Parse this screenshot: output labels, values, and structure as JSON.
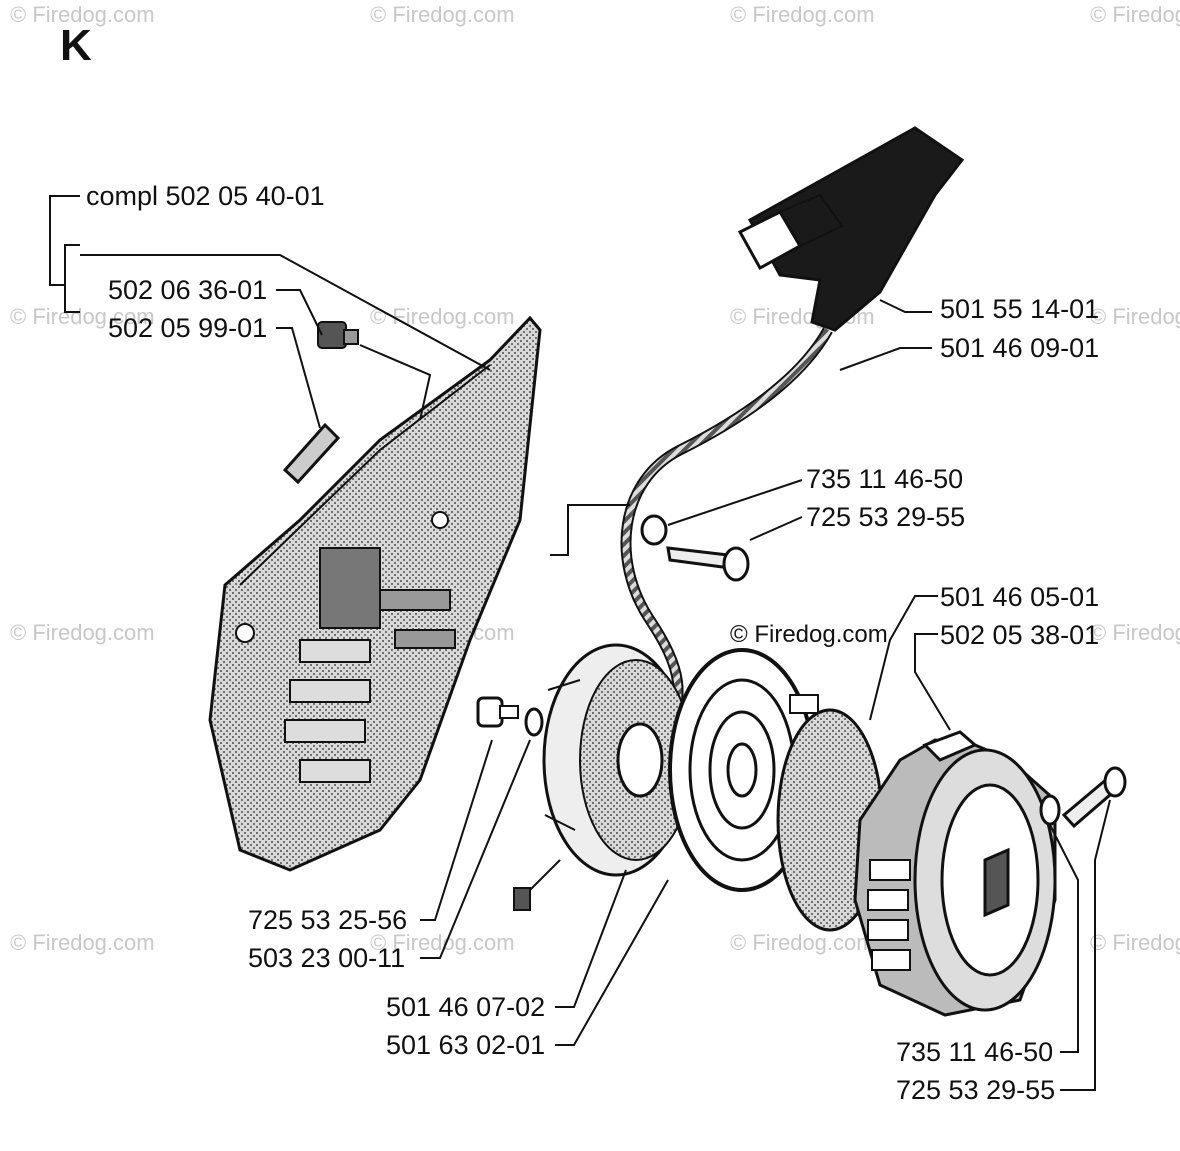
{
  "section_letter": "K",
  "watermark": "© Firedog.com",
  "center_credit": "© Firedog.com",
  "part_numbers": {
    "assembly": "compl 502 05 40-01",
    "cover_screw": "502 06 36-01",
    "cover_pin": "502 05 99-01",
    "handle": "501 55 14-01",
    "rope": "501 46 09-01",
    "washer_top": "735 11 46-50",
    "bolt_top": "725 53 29-55",
    "spring_cover": "501 46 05-01",
    "starter_housing": "502 05 38-01",
    "screw_left": "725 53 25-56",
    "washer_left": "503 23 00-11",
    "pulley": "501 46 07-02",
    "recoil_spring": "501 63 02-01",
    "washer_bottom": "735 11 46-50",
    "bolt_bottom": "725 53 29-55"
  }
}
